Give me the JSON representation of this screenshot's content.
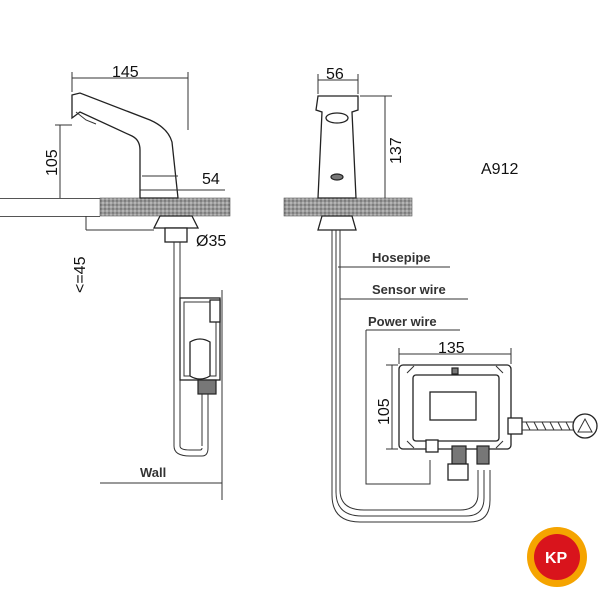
{
  "dimensions": {
    "left_width": "145",
    "left_height": "105",
    "left_depth": "54",
    "left_deck": "<=45",
    "left_diameter": "Ø35",
    "right_width": "56",
    "right_height": "137",
    "box_width": "135",
    "box_height": "105"
  },
  "labels": {
    "hosepipe": "Hosepipe",
    "sensor_wire": "Sensor wire",
    "power_wire": "Power wire",
    "wall": "Wall"
  },
  "model": "A912",
  "logo": {
    "text": "KP",
    "colors": {
      "ring": "#f5a400",
      "inner": "#d9141c"
    }
  },
  "icons": [
    "faucet-side-icon",
    "faucet-front-icon",
    "control-box-icon",
    "water-valve-icon",
    "logo-icon"
  ]
}
